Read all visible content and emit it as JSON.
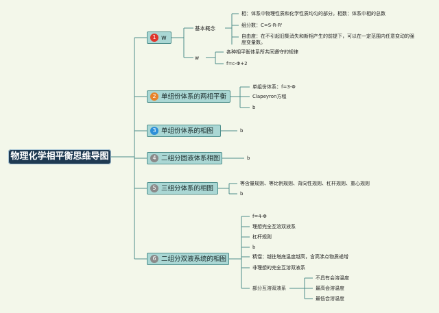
{
  "root": "物理化学相平衡思维导图",
  "colors": {
    "root_bg": "#1f3a52",
    "branch_bg": "#aad7d4",
    "line": "#4c8d8a",
    "badge_red": "#e0352b",
    "badge_orange": "#e8832a",
    "badge_blue": "#2d8fd8",
    "badge_gray": "#8a8a8a"
  },
  "branches": [
    {
      "num": "1",
      "label": "w",
      "subs": [
        {
          "label": "基本概念",
          "leaves": [
            "相：体系中物理性质和化学性质均匀的部分。相数：体系中相的总数",
            "组分数：C=S-R-R'",
            "自由度：在不引起旧集消失和新相产生的前提下，可以在一定范围内任意变动的强度变量数。"
          ]
        },
        {
          "label": "w",
          "leaves": [
            "各种相平衡体系所共同遵守的规律",
            "f=c-Φ+2"
          ]
        }
      ]
    },
    {
      "num": "2",
      "label": "单组份体系的两相平衡",
      "leaves": [
        "单组份体系：f=3-Φ",
        "Clapeyron方程",
        "b"
      ]
    },
    {
      "num": "3",
      "label": "单组份体系的相图",
      "leaves": [
        "b"
      ]
    },
    {
      "num": "4",
      "label": "二组分固液体系相图",
      "leaves": [
        "b"
      ]
    },
    {
      "num": "5",
      "label": "三组分体系的相图",
      "leaves": [
        "等含量规则、等比例规则、背向性规则、杠杆规则、重心规则",
        "b"
      ]
    },
    {
      "num": "6",
      "label": "二组分双液系统的相图",
      "leaves": [
        "f=4-Φ",
        "理想完全互溶双液系",
        "杠杆规则",
        "b",
        "精馏：越往塔底温度越高，含高沸点物质递增",
        "非理想的完全互溶双液系"
      ],
      "subs": [
        {
          "label": "部分互溶双液系",
          "leaves": [
            "不具有会溶温度",
            "最高会溶温度",
            "最低会溶温度"
          ]
        }
      ]
    }
  ]
}
